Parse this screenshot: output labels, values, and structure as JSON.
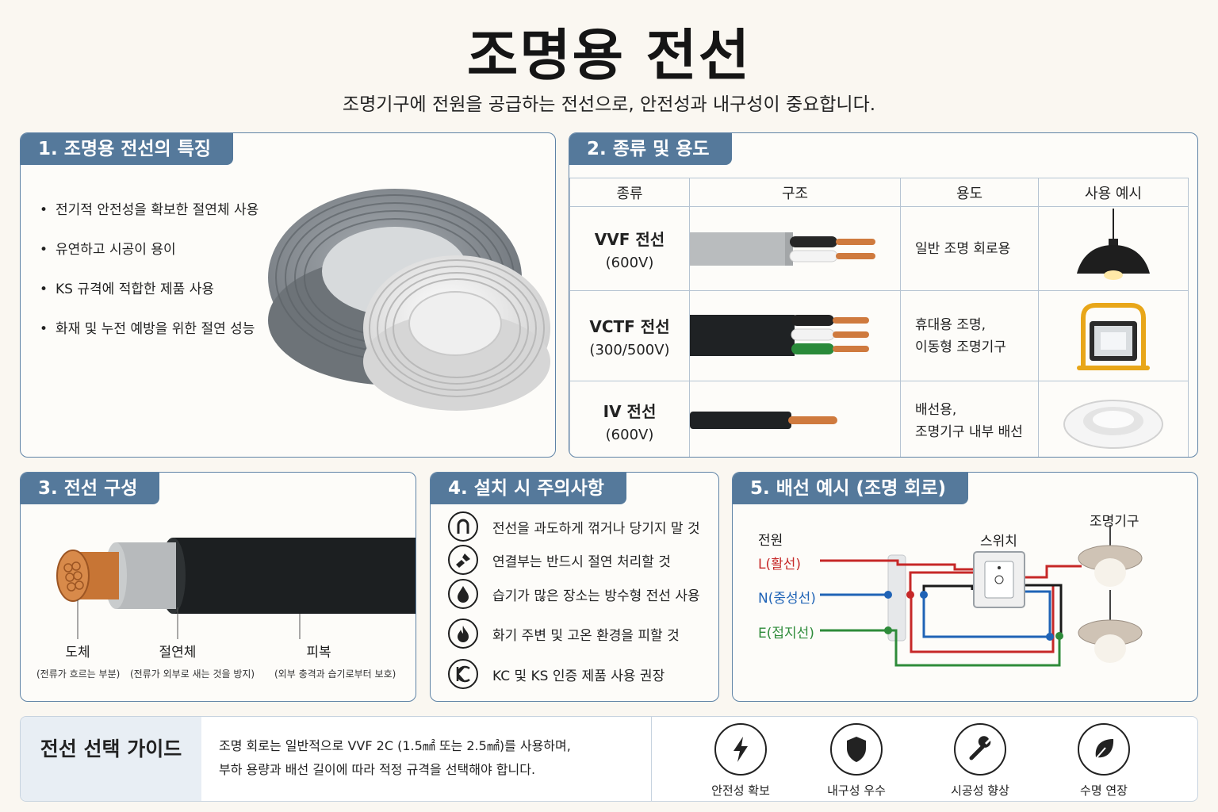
{
  "title": "조명용 전선",
  "subtitle": "조명기구에 전원을 공급하는 전선으로, 안전성과 내구성이 중요합니다.",
  "colors": {
    "accent": "#55799b",
    "border": "#5f83a6",
    "background": "#faf7f1",
    "live": "#c62828",
    "neutral": "#1f63b6",
    "earth": "#2e8b3a"
  },
  "section1": {
    "title": "1. 조명용 전선의 특징",
    "bullets": [
      "전기적 안전성을 확보한 절연체 사용",
      "유연하고 시공이 용이",
      "KS 규격에 적합한 제품 사용",
      "화재 및 누전 예방을 위한 절연 성능"
    ],
    "image": "gray-and-white-cable-coils"
  },
  "section2": {
    "title": "2. 종류 및 용도",
    "headers": [
      "종류",
      "구조",
      "용도",
      "사용 예시"
    ],
    "rows": [
      {
        "name": "VVF 전선",
        "voltage": "(600V)",
        "use": "일반 조명 회로용",
        "example": "pendant-lamp-icon"
      },
      {
        "name": "VCTF 전선",
        "voltage": "(300/500V)",
        "use": "휴대용 조명,\n이동형 조명기구",
        "example": "work-floodlight-icon"
      },
      {
        "name": "IV 전선",
        "voltage": "(600V)",
        "use": "배선용,\n조명기구 내부 배선",
        "example": "downlight-icon"
      }
    ]
  },
  "section3": {
    "title": "3. 전선 구성",
    "parts": [
      {
        "name": "도체",
        "desc": "(전류가 흐르는 부분)"
      },
      {
        "name": "절연체",
        "desc": "(전류가 외부로 새는 것을 방지)"
      },
      {
        "name": "피복",
        "desc": "(외부 충격과 습기로부터 보호)"
      }
    ]
  },
  "section4": {
    "title": "4. 설치 시 주의사항",
    "items": [
      {
        "icon": "bent-cable-icon",
        "text": "전선을 과도하게 꺾거나 당기지 말 것"
      },
      {
        "icon": "connector-icon",
        "text": "연결부는 반드시 절연 처리할 것"
      },
      {
        "icon": "water-drop-icon",
        "text": "습기가 많은 장소는 방수형 전선 사용"
      },
      {
        "icon": "fire-icon",
        "text": "화기 주변 및 고온 환경을 피할 것"
      },
      {
        "icon": "kc-mark-icon",
        "text": "KC 및 KS 인증 제품 사용 권장"
      }
    ]
  },
  "section5": {
    "title": "5. 배선 예시 (조명 회로)",
    "power_label": "전원",
    "live_label": "L(활선)",
    "neutral_label": "N(중성선)",
    "earth_label": "E(접지선)",
    "switch_label": "스위치",
    "fixture_label": "조명기구"
  },
  "guide": {
    "title": "전선 선택 가이드",
    "line1": "조명 회로는 일반적으로 VVF 2C (1.5㎟ 또는 2.5㎟)를 사용하며,",
    "line2": "부하 용량과 배선 길이에 따라 적정 규격을 선택해야 합니다.",
    "benefits": [
      {
        "icon": "lightning-icon",
        "label": "안전성 확보"
      },
      {
        "icon": "shield-icon",
        "label": "내구성 우수"
      },
      {
        "icon": "wrench-icon",
        "label": "시공성 향상"
      },
      {
        "icon": "leaf-icon",
        "label": "수명 연장"
      }
    ]
  }
}
